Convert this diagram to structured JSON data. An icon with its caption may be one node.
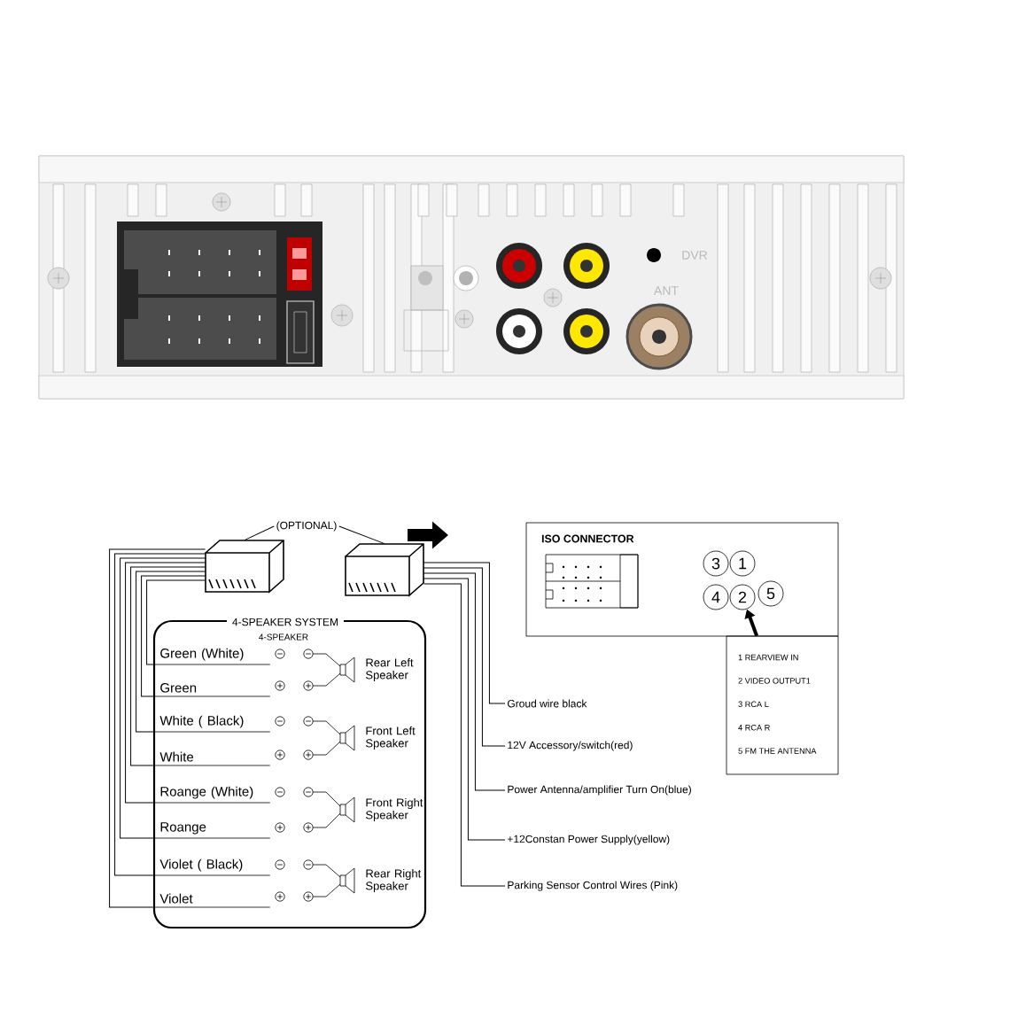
{
  "diagram": {
    "nodes": [
      {
        "text": [],
        "shape": "box"
      },
      {
        "text": [
          "(OPTIONAL)"
        ]
      },
      {
        "text": [],
        "shape": "box"
      },
      {
        "text": [
          "ISO CONNECTOR"
        ]
      },
      {
        "text": [
          "3"
        ],
        "in": 3
      },
      {
        "text": [
          "1"
        ],
        "in": 3
      },
      {
        "text": [
          "4"
        ],
        "in": 3
      },
      {
        "text": [
          "2"
        ],
        "in": 3
      },
      {
        "text": [
          "5"
        ],
        "in": 3
      },
      {
        "text": [
          "1 REARVIEW IN",
          "2 VIDEO OUTPUT1",
          "3 RCA L",
          "4 RCA R",
          "5 FM THE ANTENNA"
        ]
      },
      {
        "text": [
          "4-SPEAKER SYSTEM",
          "4-SPEAKER"
        ]
      },
      {
        "text": [
          "Green (White)"
        ],
        "in": 10
      },
      {
        "text": [
          "Green"
        ],
        "in": 10
      },
      {
        "text": [
          "White ( Black)"
        ],
        "in": 10
      },
      {
        "text": [
          "White"
        ],
        "in": 10
      },
      {
        "text": [
          "Roange (White)"
        ],
        "in": 10
      },
      {
        "text": [
          "Roange"
        ],
        "in": 10
      },
      {
        "text": [
          "Violet ( Black)"
        ],
        "in": 10
      },
      {
        "text": [
          "Violet"
        ],
        "in": 10
      },
      {
        "text": [
          "Rear Left Speaker"
        ],
        "in": 10
      },
      {
        "text": [
          "Front Left Speaker"
        ],
        "in": 10
      },
      {
        "text": [
          "Front Right Speaker"
        ],
        "in": 10
      },
      {
        "text": [
          "Rear Right Speaker"
        ],
        "in": 10
      },
      {
        "text": [
          "Groud wire black"
        ]
      },
      {
        "text": [
          "12V Accessory/switch(red)"
        ]
      },
      {
        "text": [
          "Power Antenna/amplifier Turn On(blue)"
        ]
      },
      {
        "text": [
          "+12Constan Power Supply(yellow)"
        ]
      },
      {
        "text": [
          "Parking Sensor Control Wires (Pink)"
        ]
      }
    ],
    "edges": [
      {
        "from": 1,
        "to": 0,
        "arrow": "none"
      },
      {
        "from": 1,
        "to": 2,
        "arrow": "none"
      },
      {
        "from": 9,
        "to": 7,
        "arrow": "to",
        "style": "thick"
      },
      {
        "from": 0,
        "to": 11,
        "arrow": "none"
      },
      {
        "from": 0,
        "to": 12,
        "arrow": "none"
      },
      {
        "from": 0,
        "to": 13,
        "arrow": "none"
      },
      {
        "from": 0,
        "to": 14,
        "arrow": "none"
      },
      {
        "from": 0,
        "to": 15,
        "arrow": "none"
      },
      {
        "from": 0,
        "to": 16,
        "arrow": "none"
      },
      {
        "from": 0,
        "to": 17,
        "arrow": "none"
      },
      {
        "from": 0,
        "to": 18,
        "arrow": "none"
      },
      {
        "from": 2,
        "to": 23,
        "arrow": "none"
      },
      {
        "from": 2,
        "to": 24,
        "arrow": "none"
      },
      {
        "from": 2,
        "to": 25,
        "arrow": "none"
      },
      {
        "from": 2,
        "to": 26,
        "arrow": "none"
      },
      {
        "from": 2,
        "to": 27,
        "arrow": "none"
      }
    ],
    "labels": [
      "DVR",
      "ANT"
    ]
  }
}
